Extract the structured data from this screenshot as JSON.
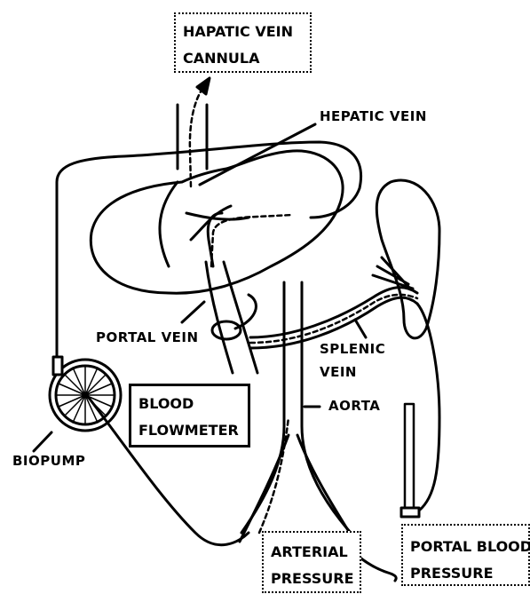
{
  "labels": {
    "hepatic_cannula_1": "HAPATIC VEIN",
    "hepatic_cannula_2": "CANNULA",
    "hepatic_vein": "HEPATIC VEIN",
    "portal_vein": "PORTAL VEIN",
    "splenic_vein_1": "SPLENIC",
    "splenic_vein_2": "VEIN",
    "aorta": "AORTA",
    "blood_flowmeter_1": "BLOOD",
    "blood_flowmeter_2": "FLOWMETER",
    "biopump": "BIOPUMP",
    "arterial_pressure_1": "ARTERIAL",
    "arterial_pressure_2": "PRESSURE",
    "portal_blood_pressure_1": "PORTAL BLOOD",
    "portal_blood_pressure_2": "PRESSURE"
  }
}
